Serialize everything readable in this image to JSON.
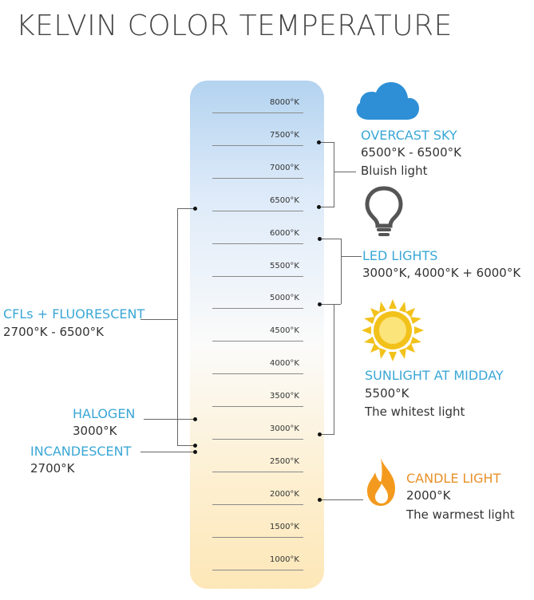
{
  "title": "KELVIN COLOR TEMPERATURE",
  "scale": {
    "ticks": [
      "8000°K",
      "7500°K",
      "7000°K",
      "6500°K",
      "6000°K",
      "5500°K",
      "5000°K",
      "4500°K",
      "4000°K",
      "3500°K",
      "3000°K",
      "2500°K",
      "2000°K",
      "1500°K",
      "1000°K"
    ]
  },
  "sources": {
    "overcast": {
      "title": "OVERCAST SKY",
      "range": "6500°K - 6500°K",
      "note": "Bluish light",
      "icon": "cloud-icon"
    },
    "led": {
      "title": "LED LIGHTS",
      "range": "3000°K, 4000°K + 6000°K",
      "icon": "lightbulb-icon"
    },
    "sunlight": {
      "title": "SUNLIGHT AT MIDDAY",
      "range": "5500°K",
      "note": "The whitest light",
      "icon": "sun-icon"
    },
    "candle": {
      "title": "CANDLE LIGHT",
      "range": "2000°K",
      "note": "The warmest light",
      "icon": "flame-icon"
    },
    "cfl": {
      "title": "CFLs + FLUORESCENT",
      "range": "2700°K - 6500°K"
    },
    "halogen": {
      "title": "HALOGEN",
      "range": "3000°K"
    },
    "incandescent": {
      "title": "INCANDESCENT",
      "range": "2700°K"
    }
  },
  "colors": {
    "blue_accent": "#3aa7d6",
    "orange_accent": "#e8902a",
    "cloud": "#2e8fd6",
    "sun": "#f2c21b",
    "flame": "#f39a1e"
  }
}
